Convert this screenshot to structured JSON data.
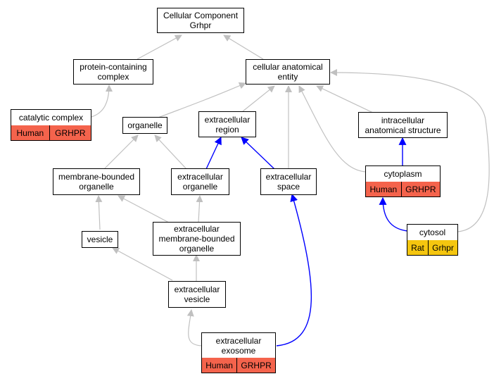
{
  "colors": {
    "gray_edge": "#c0c0c0",
    "blue_edge": "#0000ff",
    "human_fill": "#f4634c",
    "rat_fill": "#f5c60f"
  },
  "nodes": {
    "cellular_component": "Cellular Component\nGrhpr",
    "protein_containing_complex": "protein-containing\ncomplex",
    "cellular_anatomical_entity": "cellular anatomical\nentity",
    "catalytic_complex": "catalytic complex",
    "organelle": "organelle",
    "extracellular_region": "extracellular\nregion",
    "intracellular_anatomical_structure": "intracellular\nanatomical structure",
    "membrane_bounded_organelle": "membrane-bounded\norganelle",
    "extracellular_organelle": "extracellular\norganelle",
    "extracellular_space": "extracellular\nspace",
    "cytoplasm": "cytoplasm",
    "vesicle": "vesicle",
    "extracellular_membrane_bounded_organelle": "extracellular\nmembrane-bounded\norganelle",
    "cytosol": "cytosol",
    "extracellular_vesicle": "extracellular\nvesicle",
    "extracellular_exosome": "extracellular\nexosome"
  },
  "annotations": {
    "catalytic_complex": {
      "species": "Human",
      "gene": "GRHPR"
    },
    "cytoplasm": {
      "species": "Human",
      "gene": "GRHPR"
    },
    "cytosol": {
      "species": "Rat",
      "gene": "Grhpr"
    },
    "extracellular_exosome": {
      "species": "Human",
      "gene": "GRHPR"
    }
  }
}
